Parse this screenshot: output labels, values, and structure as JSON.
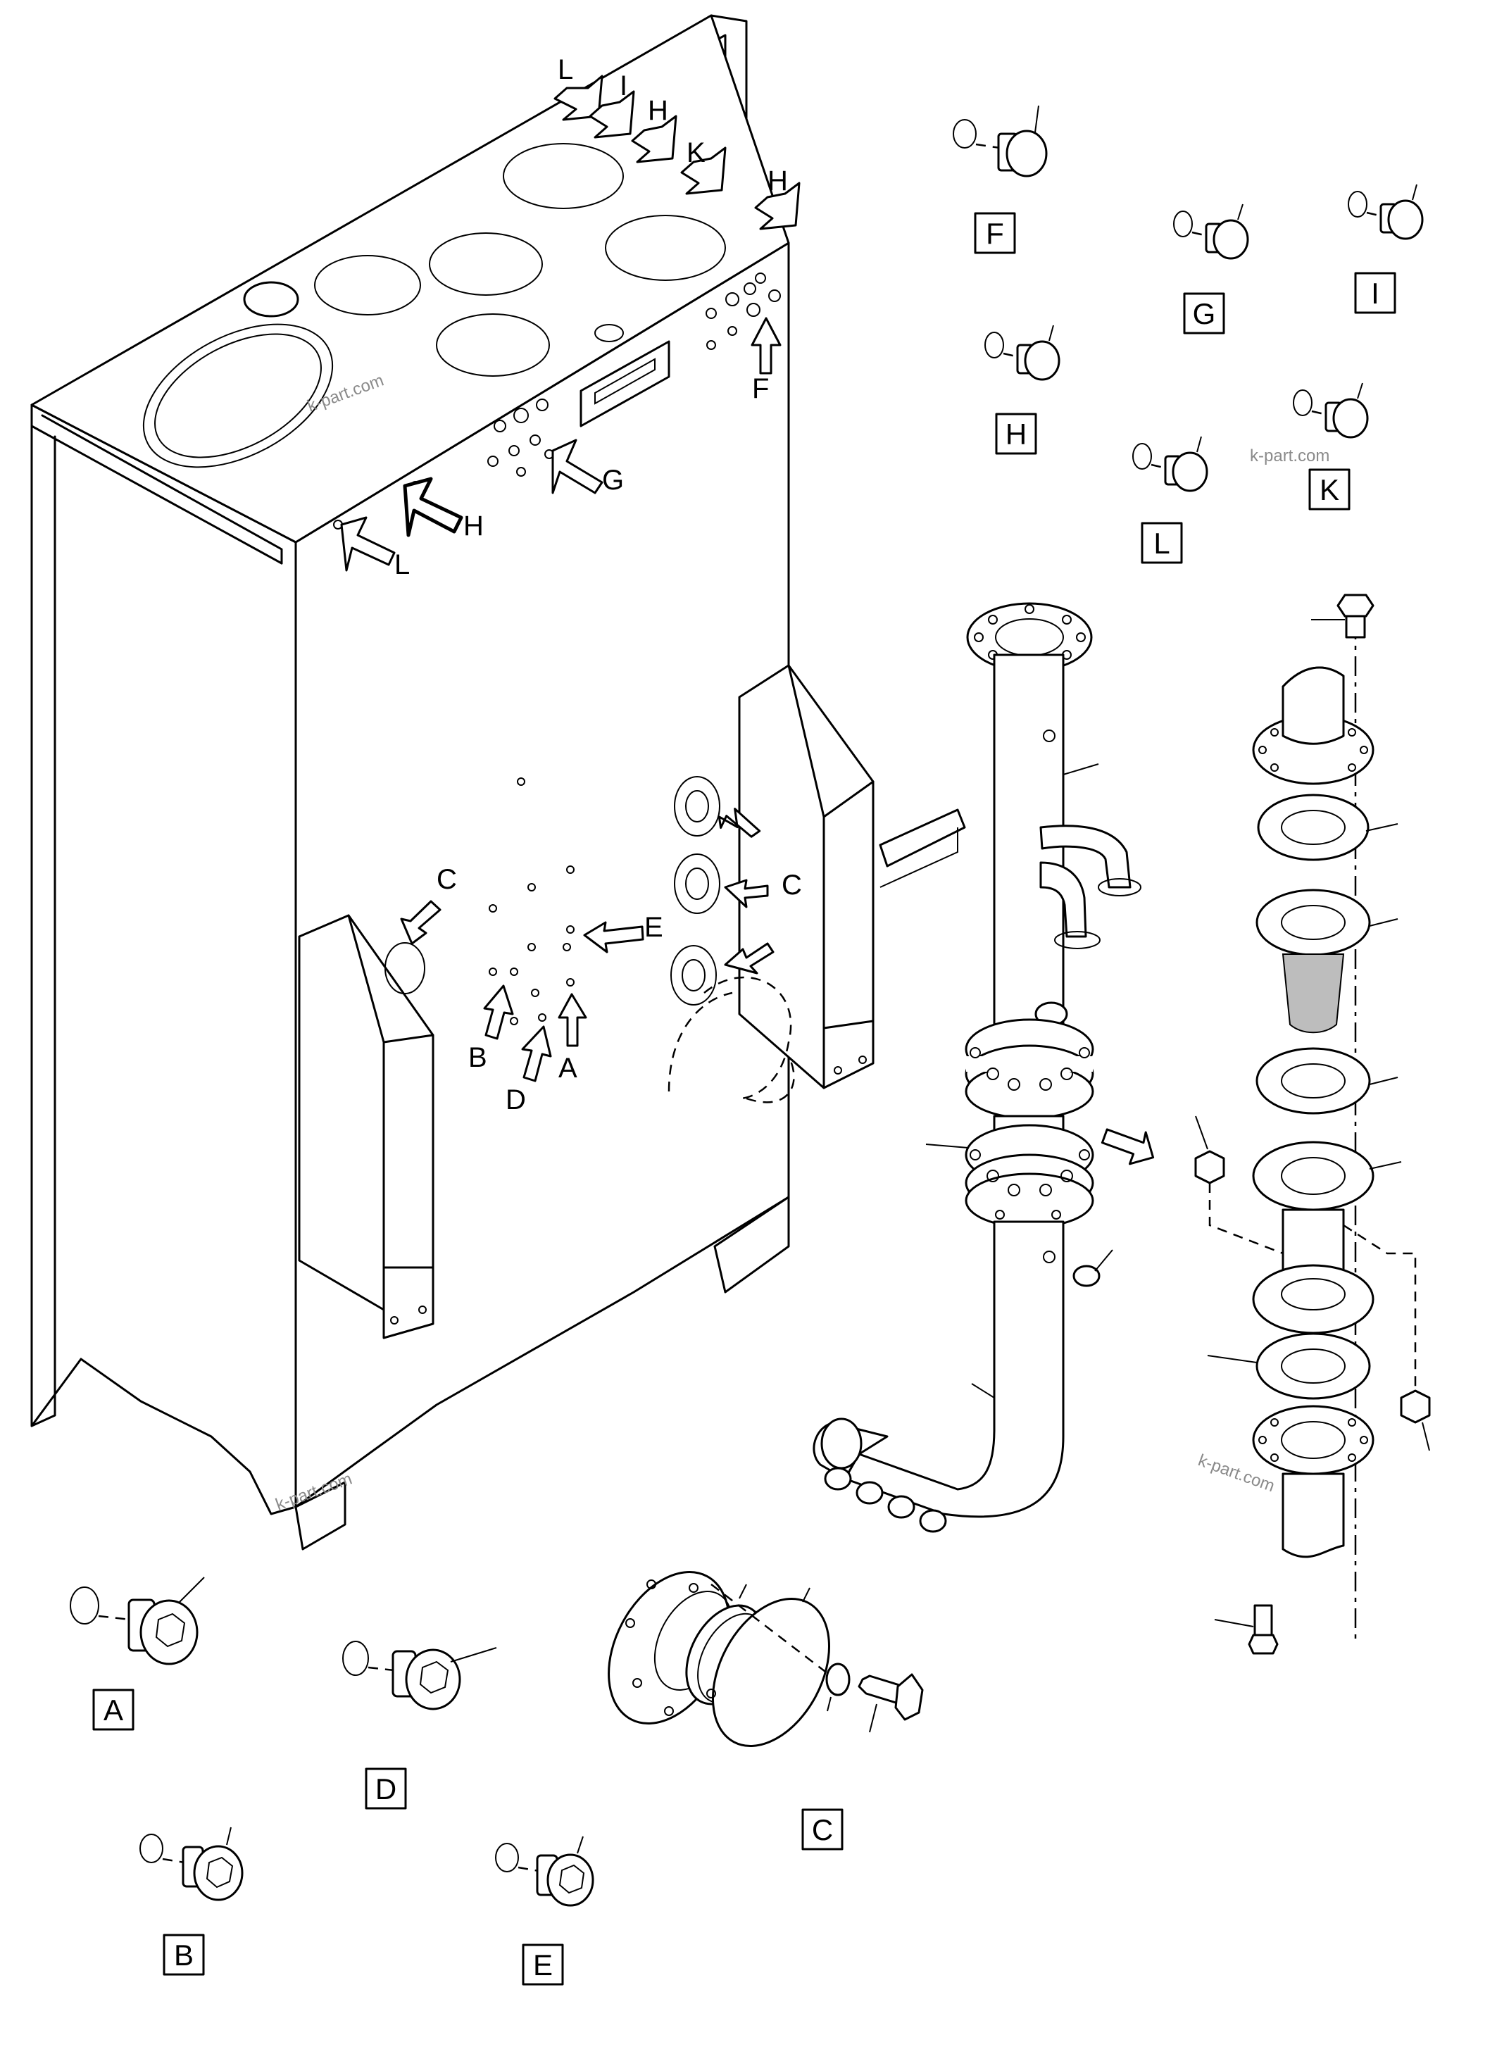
{
  "arrow_labels": {
    "top": [
      "L",
      "I",
      "H",
      "K",
      "H"
    ],
    "front": [
      "F",
      "G",
      "H",
      "L"
    ],
    "side": [
      "C",
      "E",
      "C",
      "B",
      "D",
      "A"
    ]
  },
  "detail_labels": [
    "F",
    "G",
    "I",
    "H",
    "L",
    "K",
    "A",
    "D",
    "C",
    "B",
    "E"
  ],
  "watermark": "k-part.com"
}
